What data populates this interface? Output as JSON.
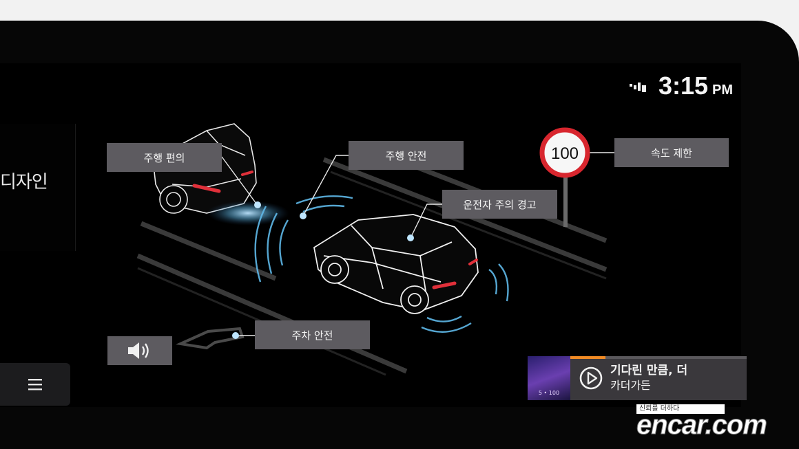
{
  "status": {
    "time": "3:15",
    "ampm": "PM",
    "signal_icon": "signal-strength-icon"
  },
  "left_panel": {
    "title_fragment": "디자인",
    "menu_icon": "hamburger-menu-icon"
  },
  "labels": {
    "driving_convenience": "주행 편의",
    "driving_safety": "주행 안전",
    "driver_attention_warning": "운전자 주의 경고",
    "speed_limit": "속도 제한",
    "parking_safety": "주차 안전"
  },
  "speed_sign": {
    "value": "100"
  },
  "sound_button": {
    "icon": "speaker-icon"
  },
  "media": {
    "title": "기다린 만큼, 더",
    "artist": "카더가든",
    "progress_fraction": 0.2,
    "album_caption": "5 • 100"
  },
  "watermark": {
    "tagline": "신뢰를 더하다",
    "brand": "encar.com"
  },
  "colors": {
    "accent": "#f08a24",
    "label_bg": "#5d5b60",
    "sensor_blue": "#5fb8e8",
    "tail_red": "#e0303a"
  }
}
